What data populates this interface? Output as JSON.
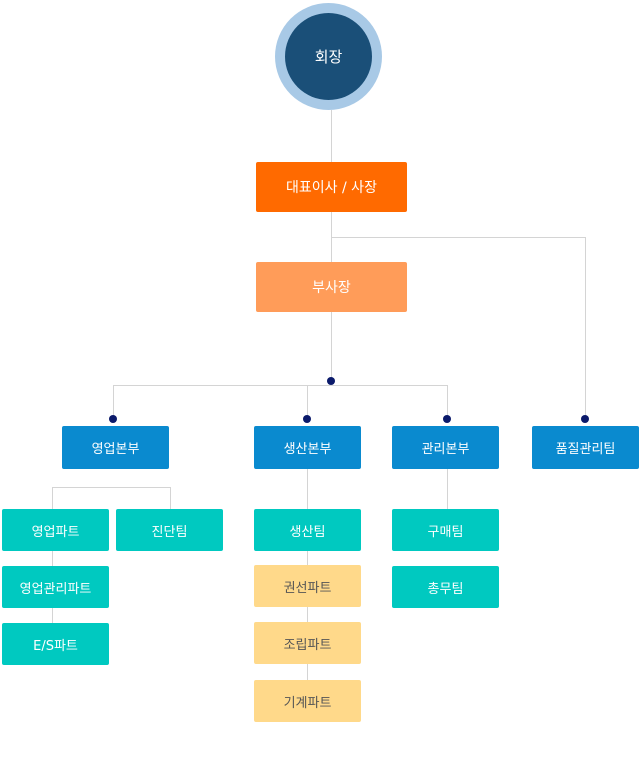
{
  "org": {
    "chairman": "회장",
    "ceo": "대표이사 / 사장",
    "vice_president": "부사장",
    "divisions": {
      "sales": {
        "name": "영업본부",
        "teams": [
          "영업파트",
          "진단팀",
          "영업관리파트",
          "E/S파트"
        ]
      },
      "production": {
        "name": "생산본부",
        "teams": [
          "생산팀",
          "권선파트",
          "조립파트",
          "기계파트"
        ]
      },
      "management": {
        "name": "관리본부",
        "teams": [
          "구매팀",
          "총무팀"
        ]
      },
      "quality": {
        "name": "품질관리팀"
      }
    }
  },
  "colors": {
    "chairman_core": "#1a4f78",
    "chairman_ring": "#a8c9e6",
    "ceo": "#ff6a00",
    "vice_president": "#ff9c59",
    "division": "#0a8acf",
    "team": "#00c9c0",
    "part": "#ffd98a",
    "connector": "#d4d4d4",
    "dot": "#0b1a6b"
  }
}
